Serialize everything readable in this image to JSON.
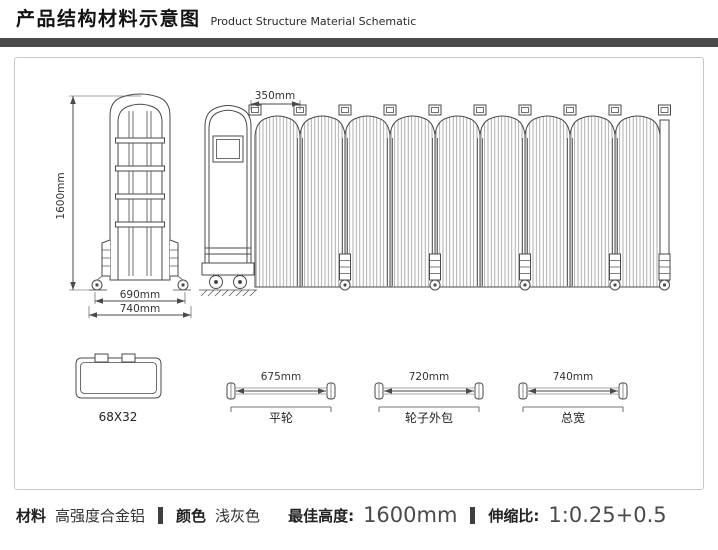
{
  "header": {
    "title": "产品结构材料示意图",
    "subtitle": "Product Structure Material Schematic"
  },
  "colors": {
    "accent_bar": "#4a4a4a",
    "line": "#4a4a4a"
  },
  "drawing": {
    "dim_height": "1600mm",
    "dim_inner_width": "690mm",
    "dim_outer_width": "740mm",
    "dim_panel_pitch": "350mm",
    "profile_label": "68X32",
    "dims_bottom": [
      {
        "value": "675mm",
        "label": "平轮"
      },
      {
        "value": "720mm",
        "label": "轮子外包"
      },
      {
        "value": "740mm",
        "label": "总宽"
      }
    ]
  },
  "footer": {
    "material_label": "材料",
    "material_value": "高强度合金铝",
    "color_label": "颜色",
    "color_value": "浅灰色",
    "height_label": "最佳高度:",
    "height_value": "1600mm",
    "ratio_label": "伸缩比:",
    "ratio_value": "1:0.25+0.5"
  }
}
